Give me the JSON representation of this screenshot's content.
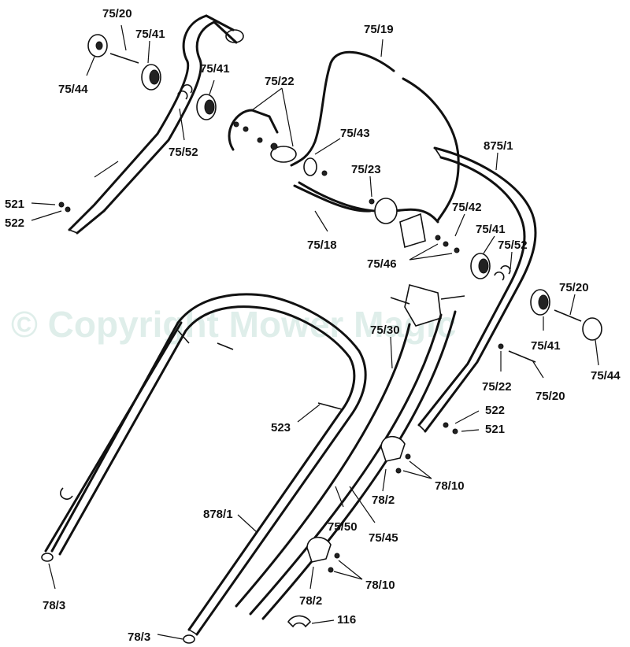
{
  "watermark": "© Copyright Mower Magic",
  "labels": [
    {
      "id": "75-20-a",
      "text": "75/20"
    },
    {
      "id": "75-41-a",
      "text": "75/41"
    },
    {
      "id": "75-44-a",
      "text": "75/44"
    },
    {
      "id": "75-41-b",
      "text": "75/41"
    },
    {
      "id": "75-52-a",
      "text": "75/52"
    },
    {
      "id": "75-22-a",
      "text": "75/22"
    },
    {
      "id": "75-19",
      "text": "75/19"
    },
    {
      "id": "75-43",
      "text": "75/43"
    },
    {
      "id": "75-23",
      "text": "75/23"
    },
    {
      "id": "875-1",
      "text": "875/1"
    },
    {
      "id": "521-a",
      "text": "521"
    },
    {
      "id": "522-a",
      "text": "522"
    },
    {
      "id": "75-18",
      "text": "75/18"
    },
    {
      "id": "75-42",
      "text": "75/42"
    },
    {
      "id": "75-46",
      "text": "75/46"
    },
    {
      "id": "75-41-c",
      "text": "75/41"
    },
    {
      "id": "75-52-b",
      "text": "75/52"
    },
    {
      "id": "75-20-b",
      "text": "75/20"
    },
    {
      "id": "75-30",
      "text": "75/30"
    },
    {
      "id": "75-41-d",
      "text": "75/41"
    },
    {
      "id": "75-44-b",
      "text": "75/44"
    },
    {
      "id": "75-22-b",
      "text": "75/22"
    },
    {
      "id": "75-20-c",
      "text": "75/20"
    },
    {
      "id": "522-b",
      "text": "522"
    },
    {
      "id": "521-b",
      "text": "521"
    },
    {
      "id": "523",
      "text": "523"
    },
    {
      "id": "78-10-a",
      "text": "78/10"
    },
    {
      "id": "78-2-a",
      "text": "78/2"
    },
    {
      "id": "878-1",
      "text": "878/1"
    },
    {
      "id": "75-50",
      "text": "75/50"
    },
    {
      "id": "75-45",
      "text": "75/45"
    },
    {
      "id": "78-10-b",
      "text": "78/10"
    },
    {
      "id": "78-2-b",
      "text": "78/2"
    },
    {
      "id": "78-3-a",
      "text": "78/3"
    },
    {
      "id": "78-3-b",
      "text": "78/3"
    },
    {
      "id": "116",
      "text": "116"
    }
  ]
}
